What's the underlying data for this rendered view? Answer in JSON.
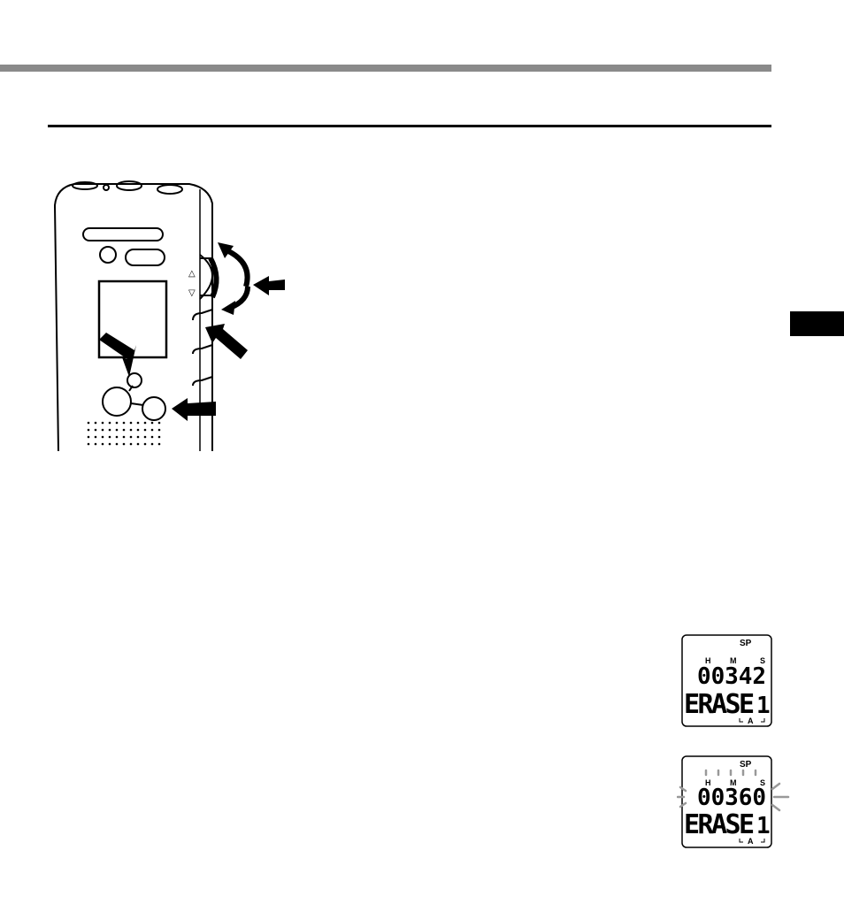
{
  "displays": [
    {
      "mode": "SP",
      "unit_h": "H",
      "unit_m": "M",
      "unit_s": "S",
      "counter": "00342",
      "message": "ERASE",
      "file_number": "1",
      "folder": "A",
      "blinking": false
    },
    {
      "mode": "SP",
      "unit_h": "H",
      "unit_m": "M",
      "unit_s": "S",
      "counter": "00360",
      "message": "ERASE",
      "file_number": "1",
      "folder": "A",
      "blinking": true
    }
  ]
}
